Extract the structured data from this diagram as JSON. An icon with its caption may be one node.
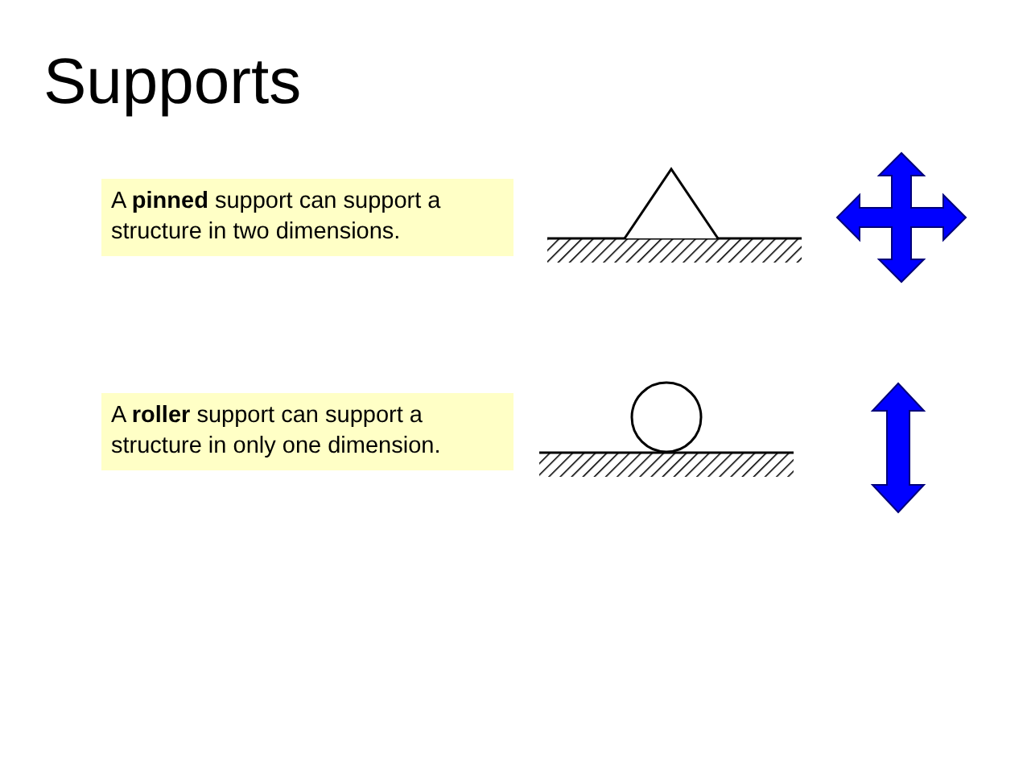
{
  "diagram": {
    "title": "Supports",
    "nodes": [
      {
        "text": [
          "A **pinned** support can support a structure in two dimensions."
        ]
      },
      {
        "text": [
          "A **roller** support can support a structure in only one dimension."
        ]
      }
    ]
  }
}
